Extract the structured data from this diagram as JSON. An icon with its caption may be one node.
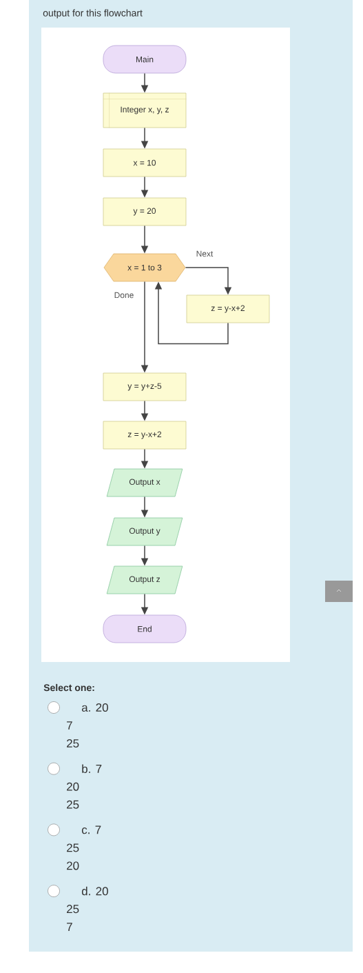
{
  "diagram": {
    "title": "output for this flowchart",
    "nodes": [
      {
        "text": [
          "Main"
        ]
      },
      {
        "text": [
          "Integer x, y, z"
        ]
      },
      {
        "text": [
          "x = 10"
        ]
      },
      {
        "text": [
          "y = 20"
        ]
      },
      {
        "text": [
          "x = 1 to 3"
        ]
      },
      {
        "text": [
          "z = y-x+2"
        ]
      },
      {
        "text": [
          "y = y+z-5"
        ]
      },
      {
        "text": [
          "z = y-x+2"
        ]
      },
      {
        "text": [
          "Output x"
        ]
      },
      {
        "text": [
          "Output y"
        ]
      },
      {
        "text": [
          "Output z"
        ]
      },
      {
        "text": [
          "End"
        ]
      }
    ],
    "edges": [
      {
        "from": 0,
        "to": 1,
        "arrow": "to"
      },
      {
        "from": 1,
        "to": 2,
        "arrow": "to"
      },
      {
        "from": 2,
        "to": 3,
        "arrow": "to"
      },
      {
        "from": 3,
        "to": 4,
        "arrow": "to"
      },
      {
        "from": 4,
        "to": 5,
        "arrow": "to",
        "label": "Next"
      },
      {
        "from": 5,
        "to": 4,
        "arrow": "to"
      },
      {
        "from": 4,
        "to": 6,
        "arrow": "to",
        "label": "Done"
      },
      {
        "from": 6,
        "to": 7,
        "arrow": "to"
      },
      {
        "from": 7,
        "to": 8,
        "arrow": "to"
      },
      {
        "from": 8,
        "to": 9,
        "arrow": "to"
      },
      {
        "from": 9,
        "to": 10,
        "arrow": "to"
      },
      {
        "from": 10,
        "to": 11,
        "arrow": "to"
      }
    ],
    "labels": [
      "Select one:",
      "a. 20",
      "7",
      "25",
      "b. 7",
      "20",
      "25",
      "c. 7",
      "25",
      "20",
      "d. 20",
      "25",
      "7"
    ]
  }
}
